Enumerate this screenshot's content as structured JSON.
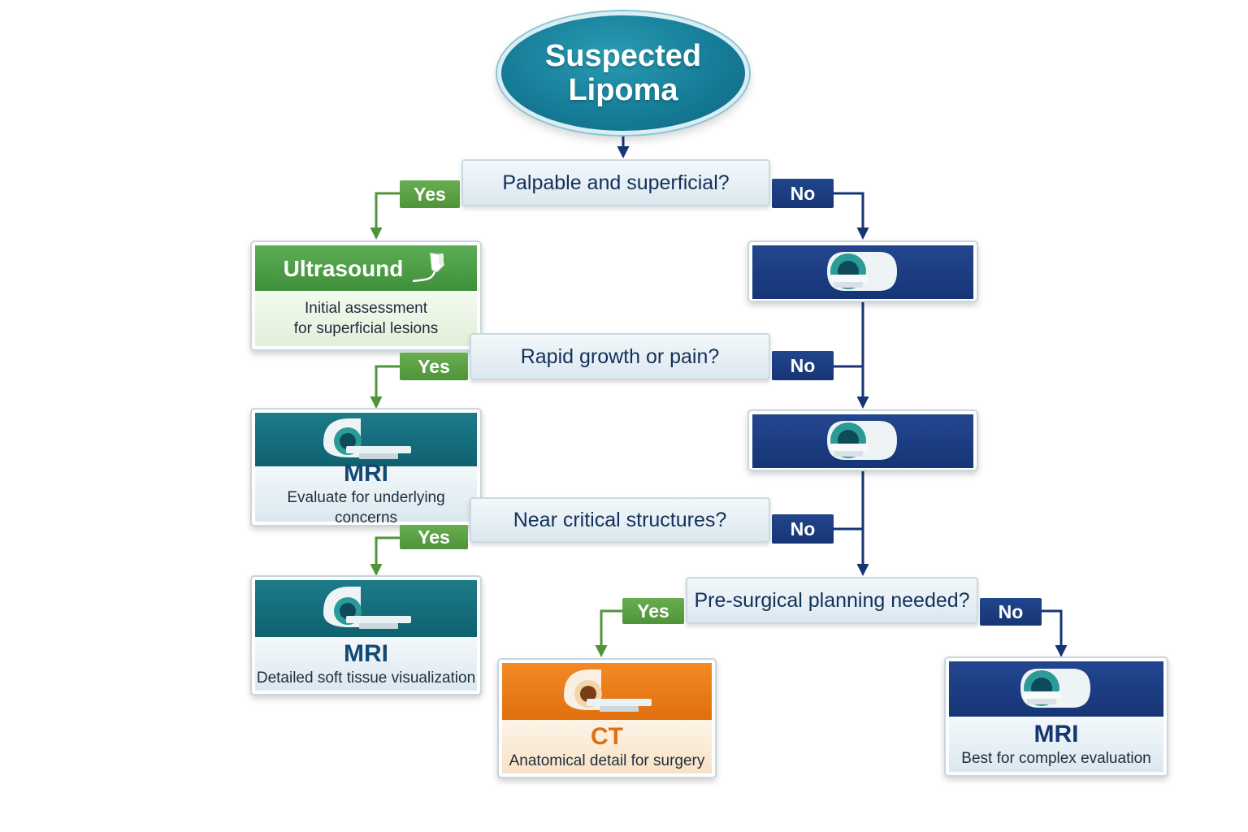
{
  "start": {
    "label": "Suspected Lipoma"
  },
  "decisions": {
    "q1": "Palpable and superficial?",
    "q2": "Rapid growth or pain?",
    "q3": "Near critical structures?",
    "q4": "Pre-surgical planning needed?"
  },
  "labels": {
    "yes": "Yes",
    "no": "No"
  },
  "cards": {
    "ultrasound": {
      "title": "Ultrasound",
      "desc_line1": "Initial assessment",
      "desc_line2": "for superficial lesions",
      "icon": "ultrasound-probe-icon"
    },
    "mri_1": {
      "title": "MRI",
      "desc": "Evaluate for underlying concerns",
      "icon": "mri-scanner-icon"
    },
    "mri_2": {
      "title": "MRI",
      "desc": "Detailed soft tissue visualization",
      "icon": "mri-scanner-icon"
    },
    "ct": {
      "title": "CT",
      "desc": "Anatomical detail for surgery",
      "icon": "ct-scanner-icon"
    },
    "mri_final": {
      "title": "MRI",
      "desc": "Best for complex evaluation",
      "icon": "mri-scanner-icon"
    },
    "no_branch_1": {
      "icon": "mri-scanner-icon"
    },
    "no_branch_2": {
      "icon": "mri-scanner-icon"
    }
  },
  "colors": {
    "yes_green": "#4f9439",
    "no_navy": "#163574",
    "mri_teal": "#0f6170",
    "ct_orange": "#e06f0f",
    "start_teal": "#167d98",
    "question_text": "#13305a"
  }
}
